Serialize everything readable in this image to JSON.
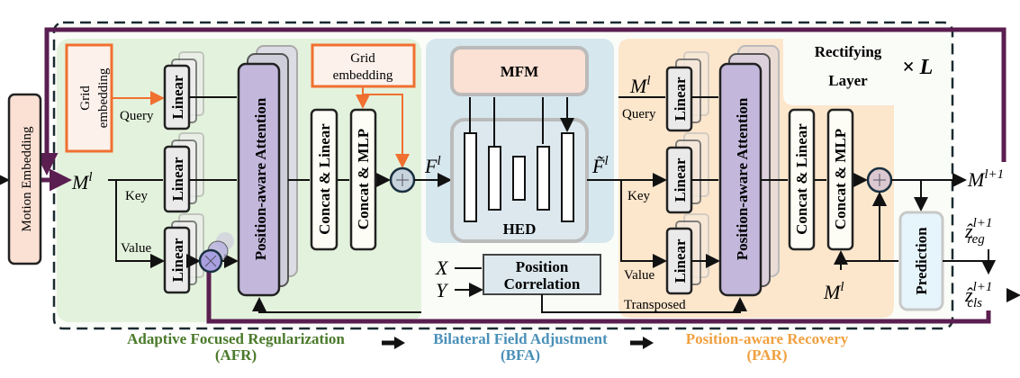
{
  "motion_embedding": "Motion Embedding",
  "afr": {
    "grid_embedding_1": [
      "Grid",
      "embedding"
    ],
    "grid_embedding_2": [
      "Grid",
      "embedding"
    ],
    "query": "Query",
    "key": "Key",
    "value": "Value",
    "linear": "Linear",
    "attention": "Position-aware Attention",
    "concat_linear": "Concat & Linear",
    "concat_mlp": "Concat & MLP",
    "input": "M",
    "input_sup": "l"
  },
  "bfa": {
    "mfm": "MFM",
    "hed": "HED",
    "f_in": "F",
    "f_in_sup": "l",
    "f_out": "F̃",
    "f_out_sup": "l",
    "x": "X",
    "y": "Y",
    "position_correlation": [
      "Position",
      "Correlation"
    ]
  },
  "par": {
    "query": "Query",
    "key": "Key",
    "value": "Value",
    "transposed": "Transposed",
    "linear": "Linear",
    "attention": "Position-aware Attention",
    "concat_linear": "Concat & Linear",
    "concat_mlp": "Concat & MLP",
    "m_in": "M",
    "m_in_sup": "l",
    "m_skip": "M",
    "m_skip_sup": "l",
    "prediction": "Prediction"
  },
  "rectifying": {
    "line1": "Rectifying",
    "line2": "Layer",
    "times": "× L"
  },
  "outputs": {
    "m_next": "M",
    "m_next_sup": "l+1",
    "z_reg": "ẑ",
    "z_reg_sup": "l+1",
    "z_reg_sub": "reg",
    "z_cls": "ẑ",
    "z_cls_sup": "l+1",
    "z_cls_sub": "cls"
  },
  "legend": {
    "afr": [
      "Adaptive Focused Regularization",
      "(AFR)"
    ],
    "bfa": [
      "Bilateral Field Adjustment",
      "(BFA)"
    ],
    "par": [
      "Position-aware Recovery",
      "(PAR)"
    ]
  },
  "colors": {
    "afr": "#4a7a2a",
    "bfa": "#4a90b8",
    "par": "#f0a040",
    "loop": "#5a1e50",
    "grid": "#f07030"
  }
}
